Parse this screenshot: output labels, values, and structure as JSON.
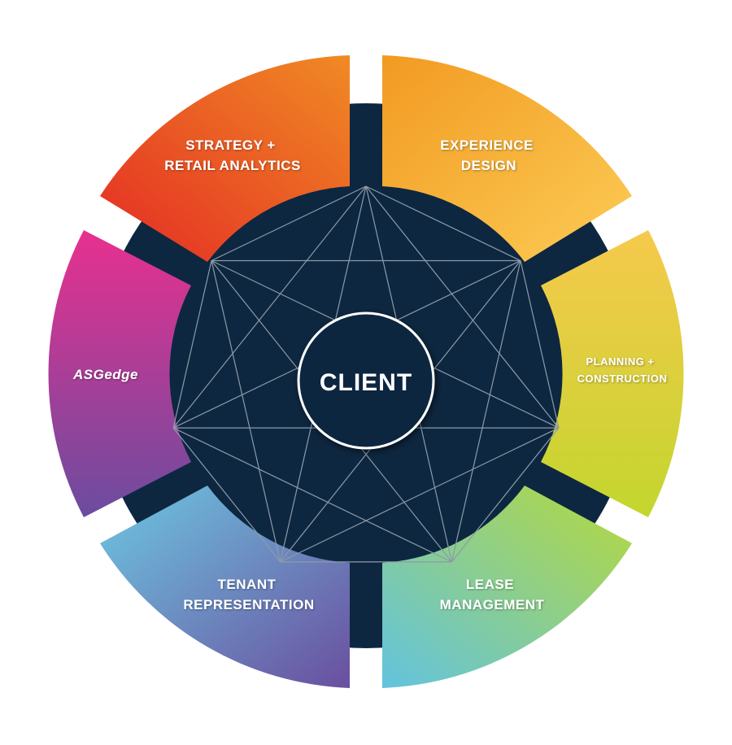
{
  "center": {
    "label": "CLIENT"
  },
  "segments": [
    {
      "id": "strategy",
      "lines": [
        "STRATEGY +",
        "RETAIL ANALYTICS"
      ],
      "colors": [
        "#e42b24",
        "#f08a24"
      ]
    },
    {
      "id": "experience",
      "lines": [
        "EXPERIENCE",
        "DESIGN"
      ],
      "colors": [
        "#f29a22",
        "#fccc55"
      ]
    },
    {
      "id": "planning",
      "lines": [
        "PLANNING +",
        "CONSTRUCTION"
      ],
      "colors": [
        "#f6c94c",
        "#c3d62e"
      ]
    },
    {
      "id": "lease",
      "lines": [
        "LEASE",
        "MANAGEMENT"
      ],
      "colors": [
        "#62c3df",
        "#b6d93c"
      ]
    },
    {
      "id": "tenant",
      "lines": [
        "TENANT",
        "REPRESENTATION"
      ],
      "colors": [
        "#6dc8e2",
        "#6a4f9f"
      ]
    },
    {
      "id": "asgedge",
      "lines": [
        "ASGedge"
      ],
      "colors": [
        "#e8308f",
        "#6b4c9f"
      ]
    }
  ],
  "colors": {
    "navy": "#0d2740",
    "web_line": "#8d9aa8"
  }
}
